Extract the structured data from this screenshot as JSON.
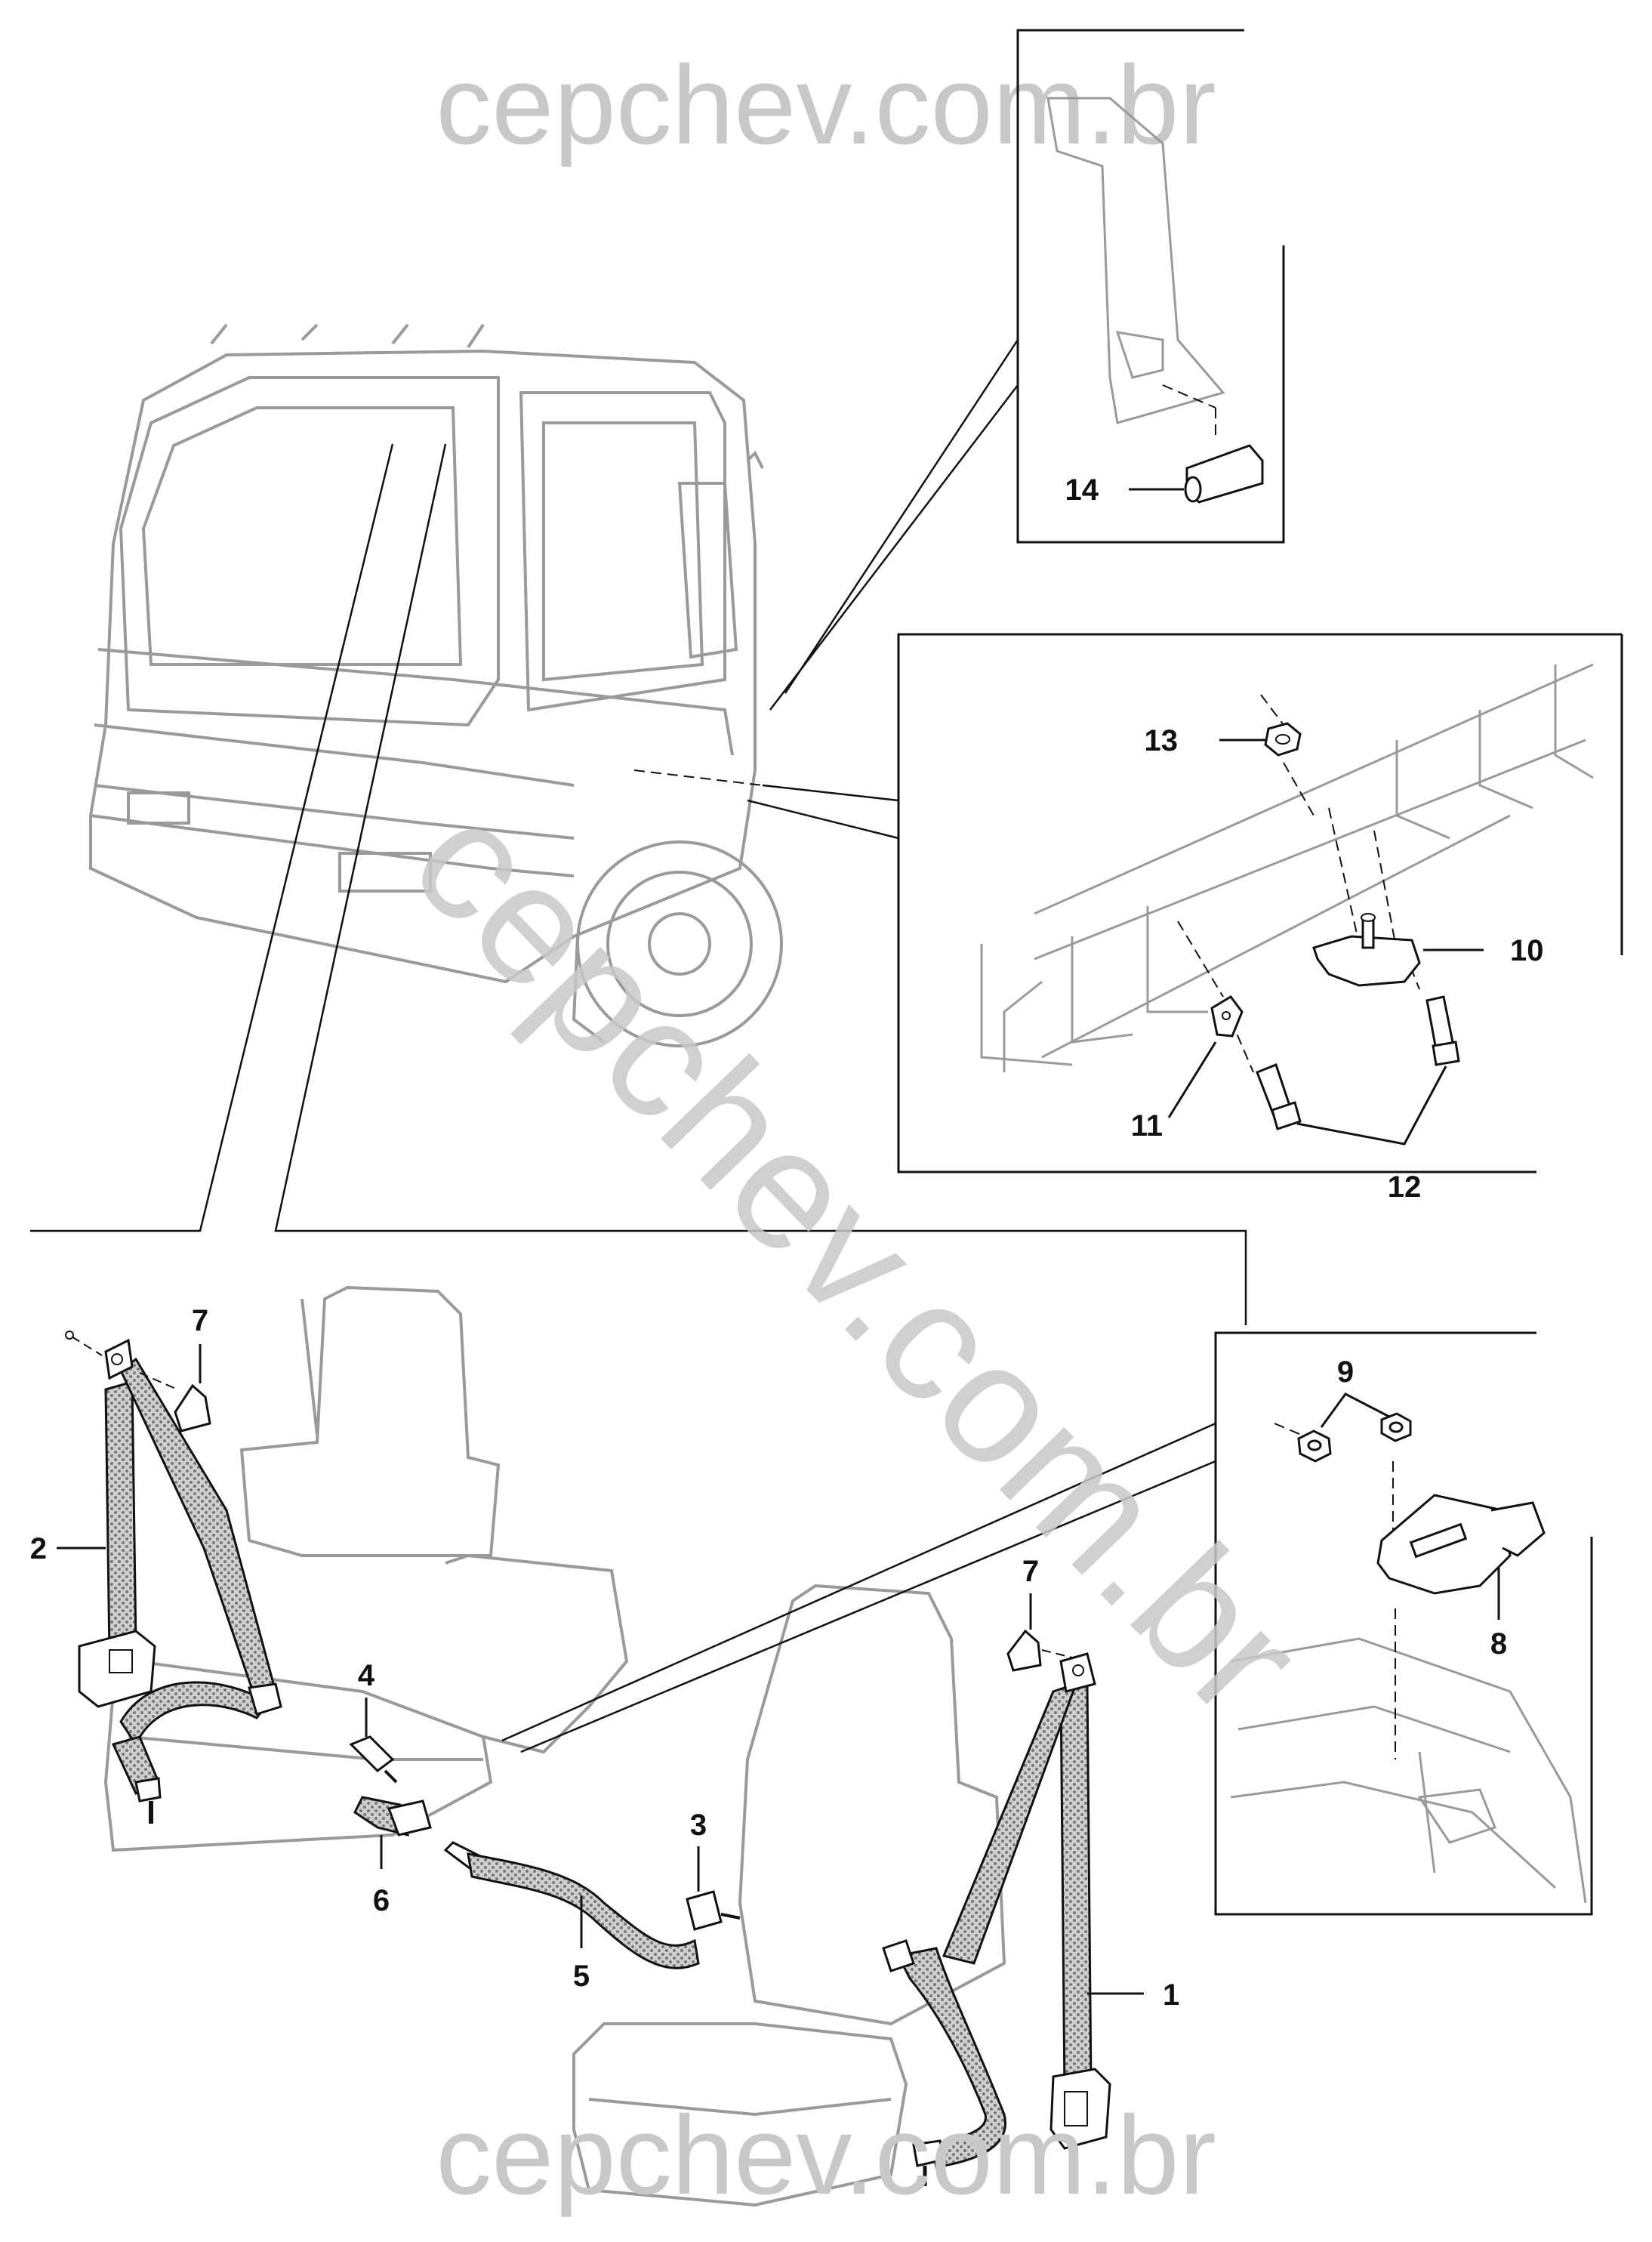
{
  "watermark": {
    "top": "cepchev.com.br",
    "diagonal": "cepchev.com.br",
    "bottom": "cepchev.com.br"
  },
  "callouts": {
    "c1": "1",
    "c2": "2",
    "c3": "3",
    "c4": "4",
    "c5": "5",
    "c6": "6",
    "c7_left": "7",
    "c7_right": "7",
    "c8": "8",
    "c9": "9",
    "c10": "10",
    "c11": "11",
    "c12": "12",
    "c13": "13",
    "c14": "14"
  },
  "colors": {
    "line": "#111111",
    "ghost": "#9a9a9a",
    "strap_fill": "#bdbdbd",
    "watermark": "#c8c8c8"
  }
}
